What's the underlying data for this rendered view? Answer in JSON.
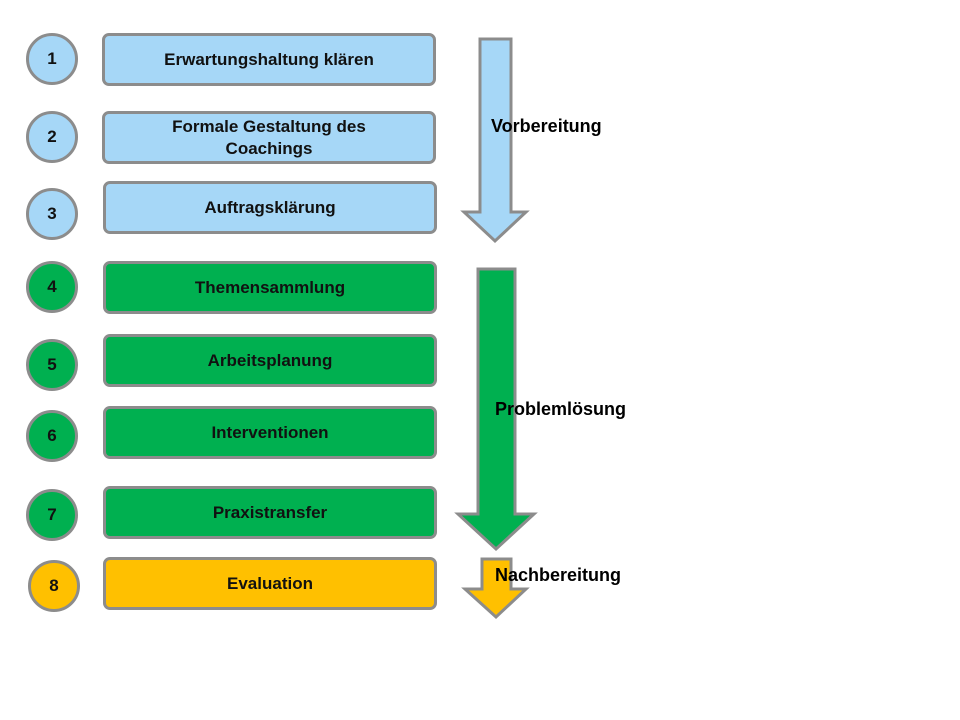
{
  "colors": {
    "preparation": "#a6d7f7",
    "problem_solving": "#00b050",
    "follow_up": "#ffc000",
    "outline": "#8c8c8c"
  },
  "steps": [
    {
      "number": "1",
      "label": "Erwartungshaltung klären",
      "phase": "preparation"
    },
    {
      "number": "2",
      "label": "Formale Gestaltung des Coachings",
      "phase": "preparation"
    },
    {
      "number": "3",
      "label": "Auftragsklärung",
      "phase": "preparation"
    },
    {
      "number": "4",
      "label": "Themensammlung",
      "phase": "problem_solving"
    },
    {
      "number": "5",
      "label": "Arbeitsplanung",
      "phase": "problem_solving"
    },
    {
      "number": "6",
      "label": "Interventionen",
      "phase": "problem_solving"
    },
    {
      "number": "7",
      "label": "Praxistransfer",
      "phase": "problem_solving"
    },
    {
      "number": "8",
      "label": "Evaluation",
      "phase": "follow_up"
    }
  ],
  "phases": [
    {
      "key": "preparation",
      "label": "Vorbereitung"
    },
    {
      "key": "problem_solving",
      "label": "Problemlösung"
    },
    {
      "key": "follow_up",
      "label": "Nachbereitung"
    }
  ]
}
